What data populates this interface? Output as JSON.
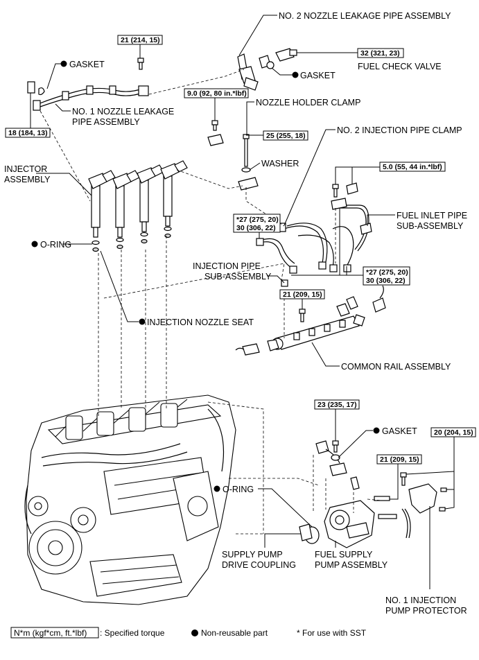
{
  "labels": {
    "no2_nozzle_leakage_pipe": "NO. 2 NOZZLE LEAKAGE PIPE ASSEMBLY",
    "gasket_top_left": "GASKET",
    "gasket_top_right": "GASKET",
    "fuel_check_valve": "FUEL CHECK VALVE",
    "no1_nozzle_leakage_pipe_line1": "NO. 1 NOZZLE LEAKAGE",
    "no1_nozzle_leakage_pipe_line2": "PIPE ASSEMBLY",
    "nozzle_holder_clamp": "NOZZLE HOLDER CLAMP",
    "no2_injection_pipe_clamp": "NO. 2 INJECTION PIPE CLAMP",
    "washer": "WASHER",
    "injector_assembly_line1": "INJECTOR",
    "injector_assembly_line2": "ASSEMBLY",
    "fuel_inlet_pipe_line1": "FUEL INLET PIPE",
    "fuel_inlet_pipe_line2": "SUB-ASSEMBLY",
    "o_ring_left": "O-RING",
    "injection_pipe_line1": "INJECTION PIPE",
    "injection_pipe_line2": "SUB-ASSEMBLY",
    "injection_nozzle_seat": "INJECTION NOZZLE SEAT",
    "common_rail": "COMMON RAIL ASSEMBLY",
    "gasket_pump": "GASKET",
    "o_ring_pump": "O-RING",
    "supply_pump_drive_coupling_line1": "SUPPLY PUMP",
    "supply_pump_drive_coupling_line2": "DRIVE COUPLING",
    "fuel_supply_pump_line1": "FUEL SUPPLY",
    "fuel_supply_pump_line2": "PUMP ASSEMBLY",
    "no1_injection_pump_protector_line1": "NO. 1 INJECTION",
    "no1_injection_pump_protector_line2": "PUMP PROTECTOR"
  },
  "torques": {
    "t_21_214_15": "21 (214, 15)",
    "t_32_321_23": "32 (321, 23)",
    "t_9_0_92_80": "9.0 (92, 80 in.*lbf)",
    "t_18_184_13": "18 (184, 13)",
    "t_25_255_18": "25 (255, 18)",
    "t_5_0_55_44": "5.0 (55, 44 in.*lbf)",
    "t_pipe_left_line1": "*27 (275, 20)",
    "t_pipe_left_line2": "30 (306, 22)",
    "t_pipe_right_line1": "*27 (275, 20)",
    "t_pipe_right_line2": "30 (306, 22)",
    "t_21_209_15_rail": "21 (209, 15)",
    "t_23_235_17": "23 (235, 17)",
    "t_21_209_15_pump": "21 (209, 15)",
    "t_20_204_15": "20 (204, 15)"
  },
  "legend": {
    "torque_unit_box": "N*m (kgf*cm, ft.*lbf)",
    "torque_unit_desc": ": Specified torque",
    "non_reusable": "Non-reusable part",
    "sst_note": "* For use with SST"
  }
}
